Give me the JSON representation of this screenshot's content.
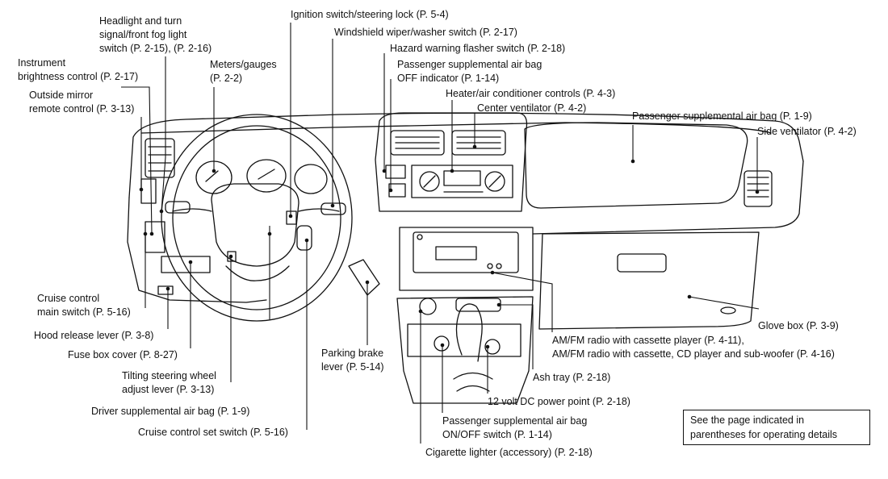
{
  "labels": {
    "headlight": [
      "Headlight and turn",
      "signal/front fog light",
      "switch  (P. 2-15), (P. 2-16)"
    ],
    "ignition": "Ignition switch/steering lock  (P. 5-4)",
    "wiper": "Windshield  wiper/washer switch (P. 2-17)",
    "hazard": "Hazard warning flasher switch (P. 2-18)",
    "instrument": [
      "Instrument",
      "brightness control (P. 2-17)"
    ],
    "meters": [
      "Meters/gauges",
      "(P. 2-2)"
    ],
    "pass_off": [
      "Passenger supplemental air bag",
      "OFF indicator (P. 1-14)"
    ],
    "heater": "Heater/air conditioner controls (P. 4-3)",
    "center_vent": "Center ventilator (P. 4-2)",
    "mirror": [
      "Outside mirror",
      "remote control (P. 3-13)"
    ],
    "pass_bag": "Passenger supplemental air bag (P. 1-9)",
    "side_vent": "Side ventilator (P. 4-2)",
    "cruise_main": [
      "Cruise control",
      "main switch (P. 5-16)"
    ],
    "hood": "Hood release lever (P. 3-8)",
    "glove": "Glove box (P. 3-9)",
    "radio": [
      "AM/FM radio with cassette player (P. 4-11),",
      "AM/FM radio with cassette, CD player and sub-woofer (P. 4-16)"
    ],
    "fuse": "Fuse box cover (P. 8-27)",
    "parking": [
      "Parking brake",
      "lever (P. 5-14)"
    ],
    "tilt": [
      "Tilting steering wheel",
      "adjust lever (P. 3-13)"
    ],
    "ash": "Ash tray (P. 2-18)",
    "power": "12 volt DC power point (P. 2-18)",
    "driver_bag": "Driver supplemental air bag (P. 1-9)",
    "pass_onoff": [
      "Passenger supplemental air bag",
      "ON/OFF switch (P. 1-14)"
    ],
    "cruise_set": "Cruise control set switch (P. 5-16)",
    "cigarette": "Cigarette lighter (accessory) (P. 2-18)"
  },
  "note": [
    "See the page indicated in",
    "parentheses for operating details"
  ]
}
